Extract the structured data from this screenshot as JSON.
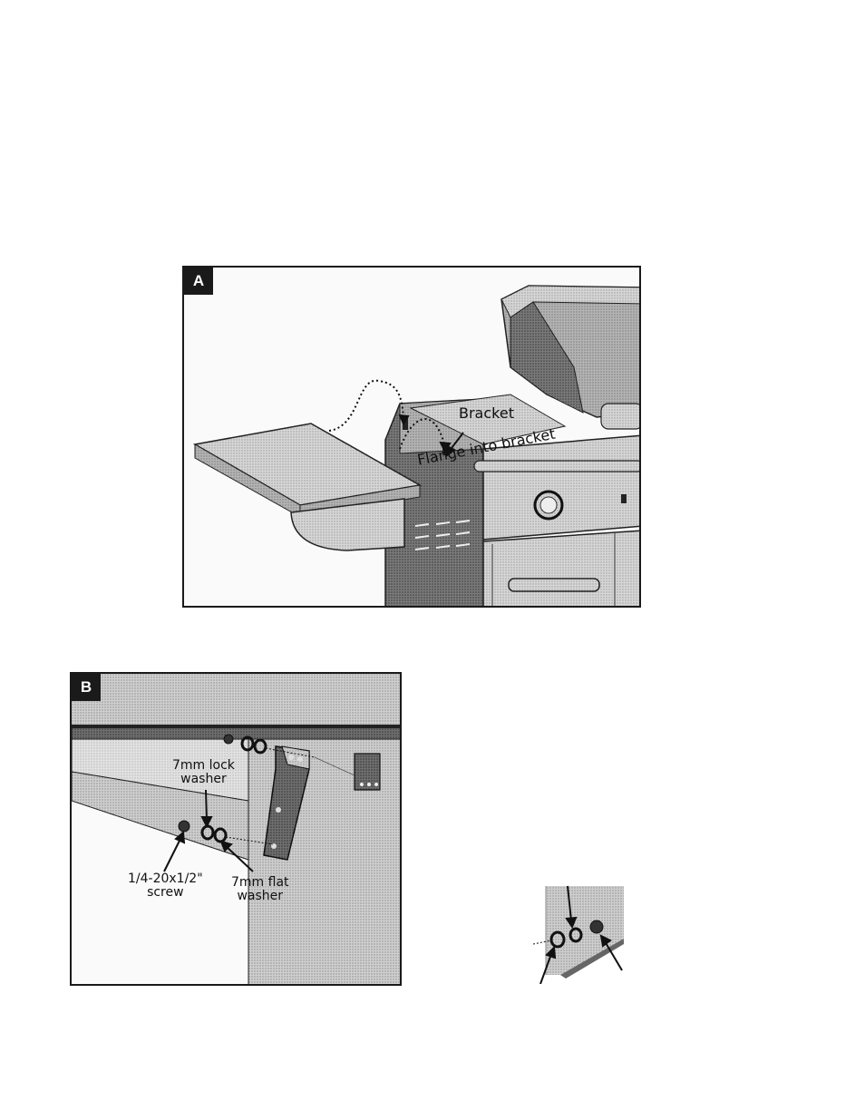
{
  "figure_a": {
    "tag": "A",
    "callouts": {
      "bracket": "Bracket",
      "flange": "Flange into bracket"
    }
  },
  "figure_b": {
    "tag": "B",
    "callouts": {
      "lock_washer_line1": "7mm lock",
      "lock_washer_line2": "washer",
      "screw_line1": "1/4-20x1/2\"",
      "screw_line2": "screw",
      "flat_washer_line1": "7mm flat",
      "flat_washer_line2": "washer"
    }
  },
  "colors": {
    "frame": "#1a1a1a",
    "metal_light": "#d9d9d9",
    "metal_mid": "#a8a8a8",
    "metal_dark": "#555555"
  }
}
